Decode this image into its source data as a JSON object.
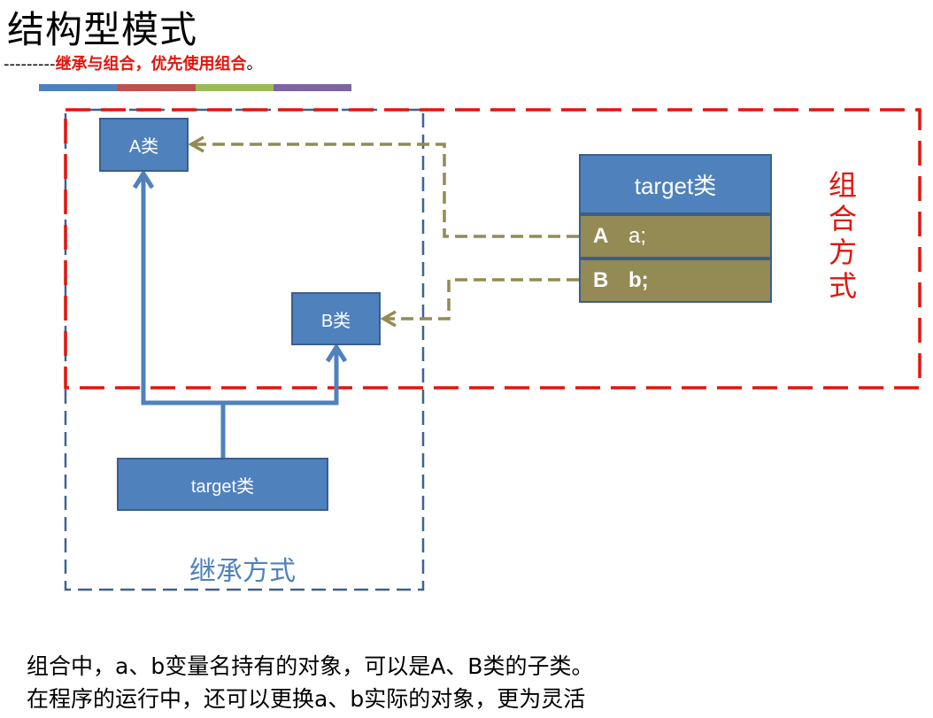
{
  "title": "结构型模式",
  "subtitle": {
    "dashes": "---------",
    "text": "继承与组合，优先使用组合",
    "end": "。"
  },
  "colorbar": [
    "#4f81bd",
    "#c0504d",
    "#9bbb59",
    "#8064a2"
  ],
  "inheritance": {
    "class_a": "A类",
    "class_b": "B类",
    "target": "target类",
    "label": "继承方式"
  },
  "composition": {
    "target_header": "target类",
    "fields": [
      {
        "type": "A",
        "name": "a;"
      },
      {
        "type": "B",
        "name": "b;"
      }
    ],
    "label": "组合方式"
  },
  "notes": [
    "组合中，a、b变量名持有的对象，可以是A、B类的子类。",
    "在程序的运行中，还可以更换a、b实际的对象，更为灵活"
  ],
  "colors": {
    "inheritance": "#4f81bd",
    "composition": "#e3140c",
    "reference": "#948a54"
  }
}
